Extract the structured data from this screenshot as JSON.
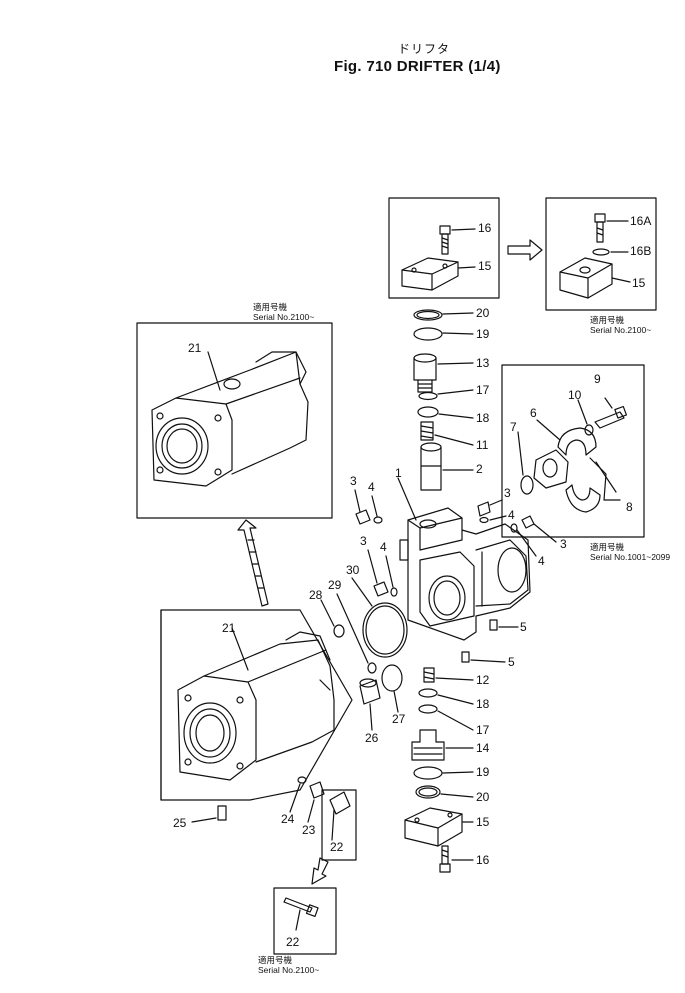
{
  "title": {
    "japanese": "ドリフタ",
    "main": "Fig. 710 DRIFTER (1/4)"
  },
  "notes": {
    "top_left": {
      "jp": "適用号機",
      "serial": "Serial No.2100~"
    },
    "top_right": {
      "jp": "適用号機",
      "serial": "Serial No.2100~"
    },
    "mid_right": {
      "jp": "適用号機",
      "serial": "Serial No.1001~2099"
    },
    "bottom": {
      "jp": "適用号機",
      "serial": "Serial No.2100~"
    }
  },
  "callouts": {
    "c1": "1",
    "c2": "2",
    "c3a": "3",
    "c3b": "3",
    "c3c": "3",
    "c3d": "3",
    "c4a": "4",
    "c4b": "4",
    "c4c": "4",
    "c4d": "4",
    "c5a": "5",
    "c5b": "5",
    "c6": "6",
    "c7": "7",
    "c8": "8",
    "c9": "9",
    "c10": "10",
    "c11": "11",
    "c12": "12",
    "c13": "13",
    "c14": "14",
    "c15a": "15",
    "c15b": "15",
    "c15c": "15",
    "c16a": "16",
    "c16b": "16",
    "c16A": "16A",
    "c16B": "16B",
    "c17a": "17",
    "c17b": "17",
    "c18a": "18",
    "c18b": "18",
    "c19a": "19",
    "c19b": "19",
    "c20a": "20",
    "c20b": "20",
    "c21a": "21",
    "c21b": "21",
    "c22a": "22",
    "c22b": "22",
    "c23": "23",
    "c24": "24",
    "c25": "25",
    "c26": "26",
    "c27": "27",
    "c28": "28",
    "c29": "29",
    "c30": "30"
  }
}
